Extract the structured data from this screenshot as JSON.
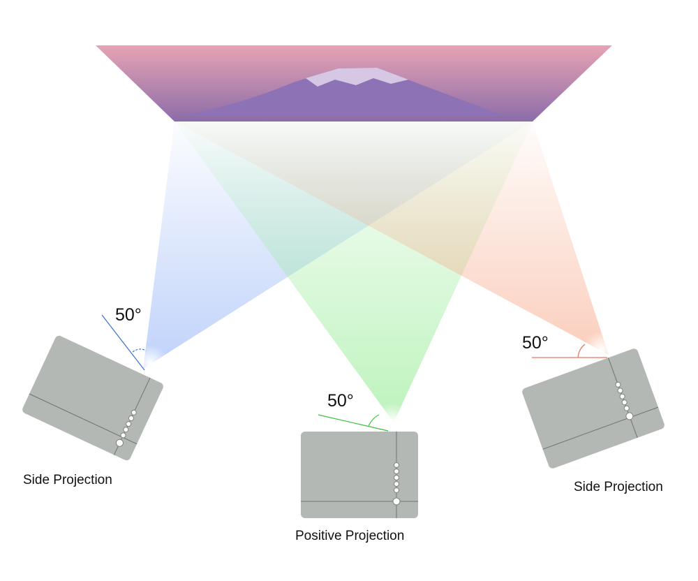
{
  "screen": {
    "sky_top_color": "#e7a3b4",
    "sky_bottom_color": "#8c6da8",
    "mountain_color": "#8d72b6",
    "snow_color": "#e9ddf0"
  },
  "beams": {
    "left_color": "#8fb0f7",
    "center_color": "#8bea8b",
    "right_color": "#f7a98a"
  },
  "projectors": {
    "body_color": "#b3b8b5",
    "left": {
      "caption": "Side Projection",
      "angle_label": "50°",
      "angle_line_color": "#3a6fcf"
    },
    "center": {
      "caption": "Positive Projection",
      "angle_label": "50°",
      "angle_line_color": "#3dbf3d"
    },
    "right": {
      "caption": "Side Projection",
      "angle_label": "50°",
      "angle_line_color": "#e5745f"
    }
  }
}
